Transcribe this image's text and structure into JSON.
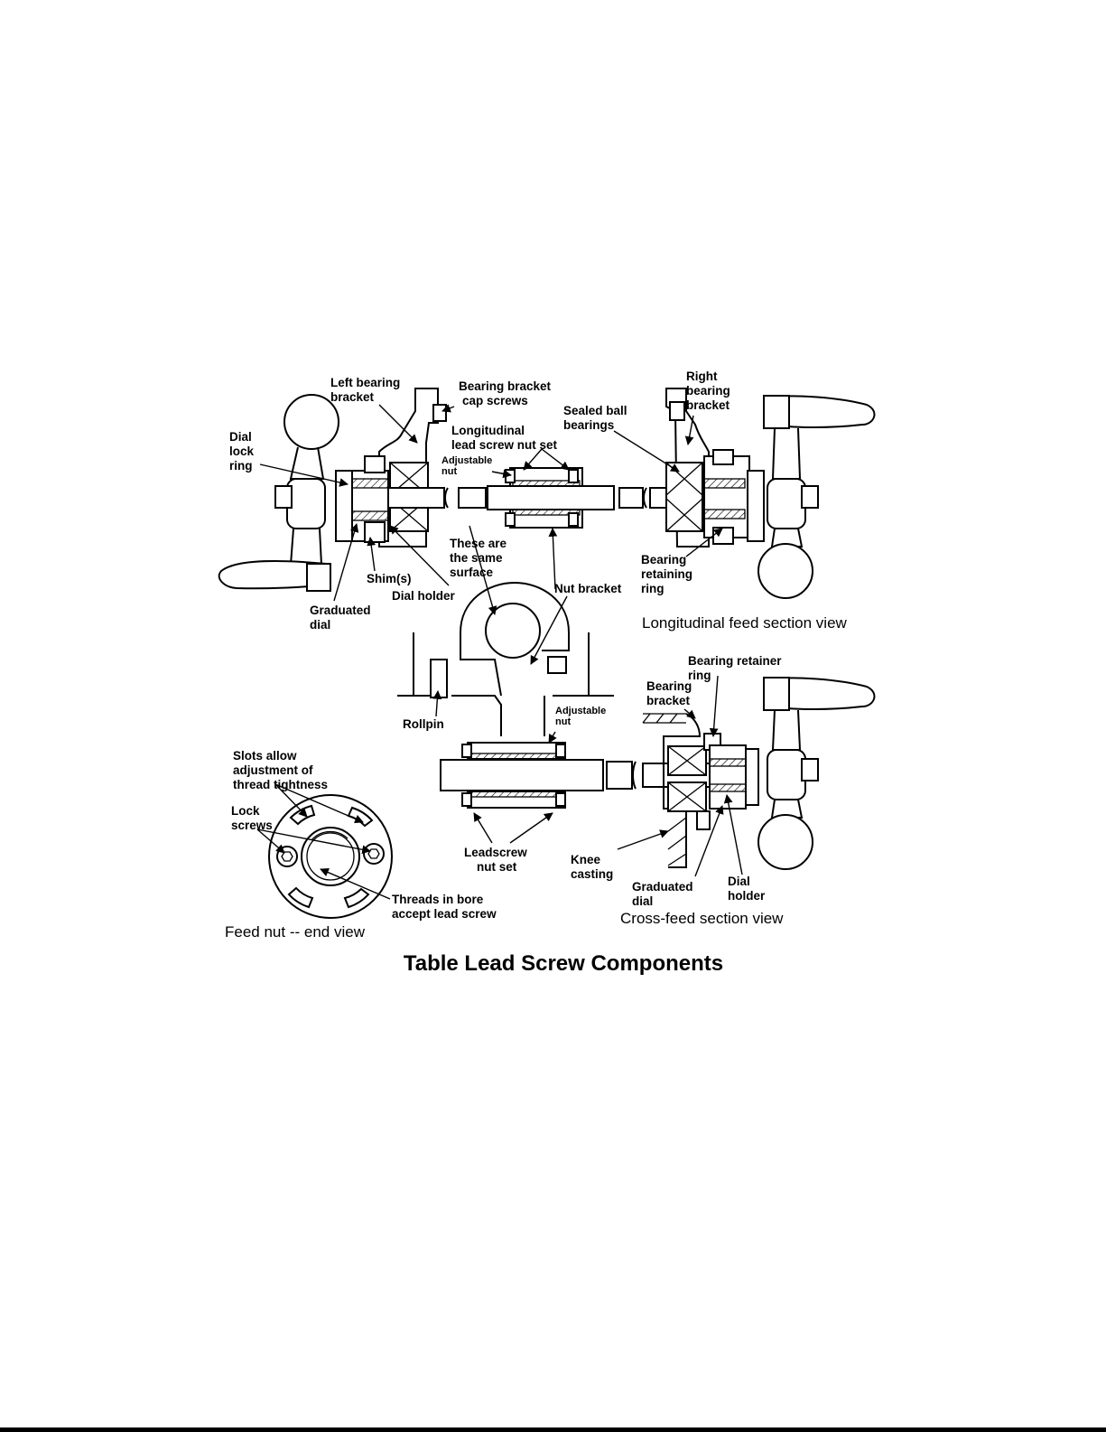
{
  "caption": "Table Lead Screw Components",
  "views": {
    "longitudinal": "Longitudinal feed section view",
    "cross_feed": "Cross-feed section view",
    "feed_nut": "Feed nut -- end view"
  },
  "labels": {
    "left_bearing_bracket": [
      "Left bearing",
      "bracket"
    ],
    "bearing_bracket_cap_screws": [
      "Bearing bracket",
      "cap screws"
    ],
    "right_bearing_bracket": [
      "Right",
      "bearing",
      "bracket"
    ],
    "dial_lock_ring": [
      "Dial",
      "lock",
      "ring"
    ],
    "sealed_ball_bearings": [
      "Sealed ball",
      "bearings"
    ],
    "longitudinal_nut_set": [
      "Longitudinal",
      "lead screw nut set"
    ],
    "adjustable_nut_top": [
      "Adjustable",
      "nut"
    ],
    "these_same_surface": [
      "These are",
      "the same",
      "surface"
    ],
    "nut_bracket": [
      "Nut bracket"
    ],
    "bearing_retaining_ring": [
      "Bearing",
      "retaining",
      "ring"
    ],
    "shims": [
      "Shim(s)"
    ],
    "dial_holder_left": [
      "Dial holder"
    ],
    "graduated_dial_left": [
      "Graduated",
      "dial"
    ],
    "bearing_retainer_ring": [
      "Bearing retainer",
      "ring"
    ],
    "bearing_bracket_cross": [
      "Bearing",
      "bracket"
    ],
    "rollpin": [
      "Rollpin"
    ],
    "adjustable_nut_mid": [
      "Adjustable",
      "nut"
    ],
    "slots_allow": [
      "Slots allow",
      "adjustment of",
      "thread tightness"
    ],
    "lock_screws": [
      "Lock",
      "screws"
    ],
    "leadscrew_nut_set": [
      "Leadscrew",
      "nut set"
    ],
    "knee_casting": [
      "Knee",
      "casting"
    ],
    "graduated_dial_cross": [
      "Graduated",
      "dial"
    ],
    "dial_holder_cross": [
      "Dial",
      "holder"
    ],
    "threads_in_bore": [
      "Threads in bore",
      "accept lead screw"
    ]
  }
}
